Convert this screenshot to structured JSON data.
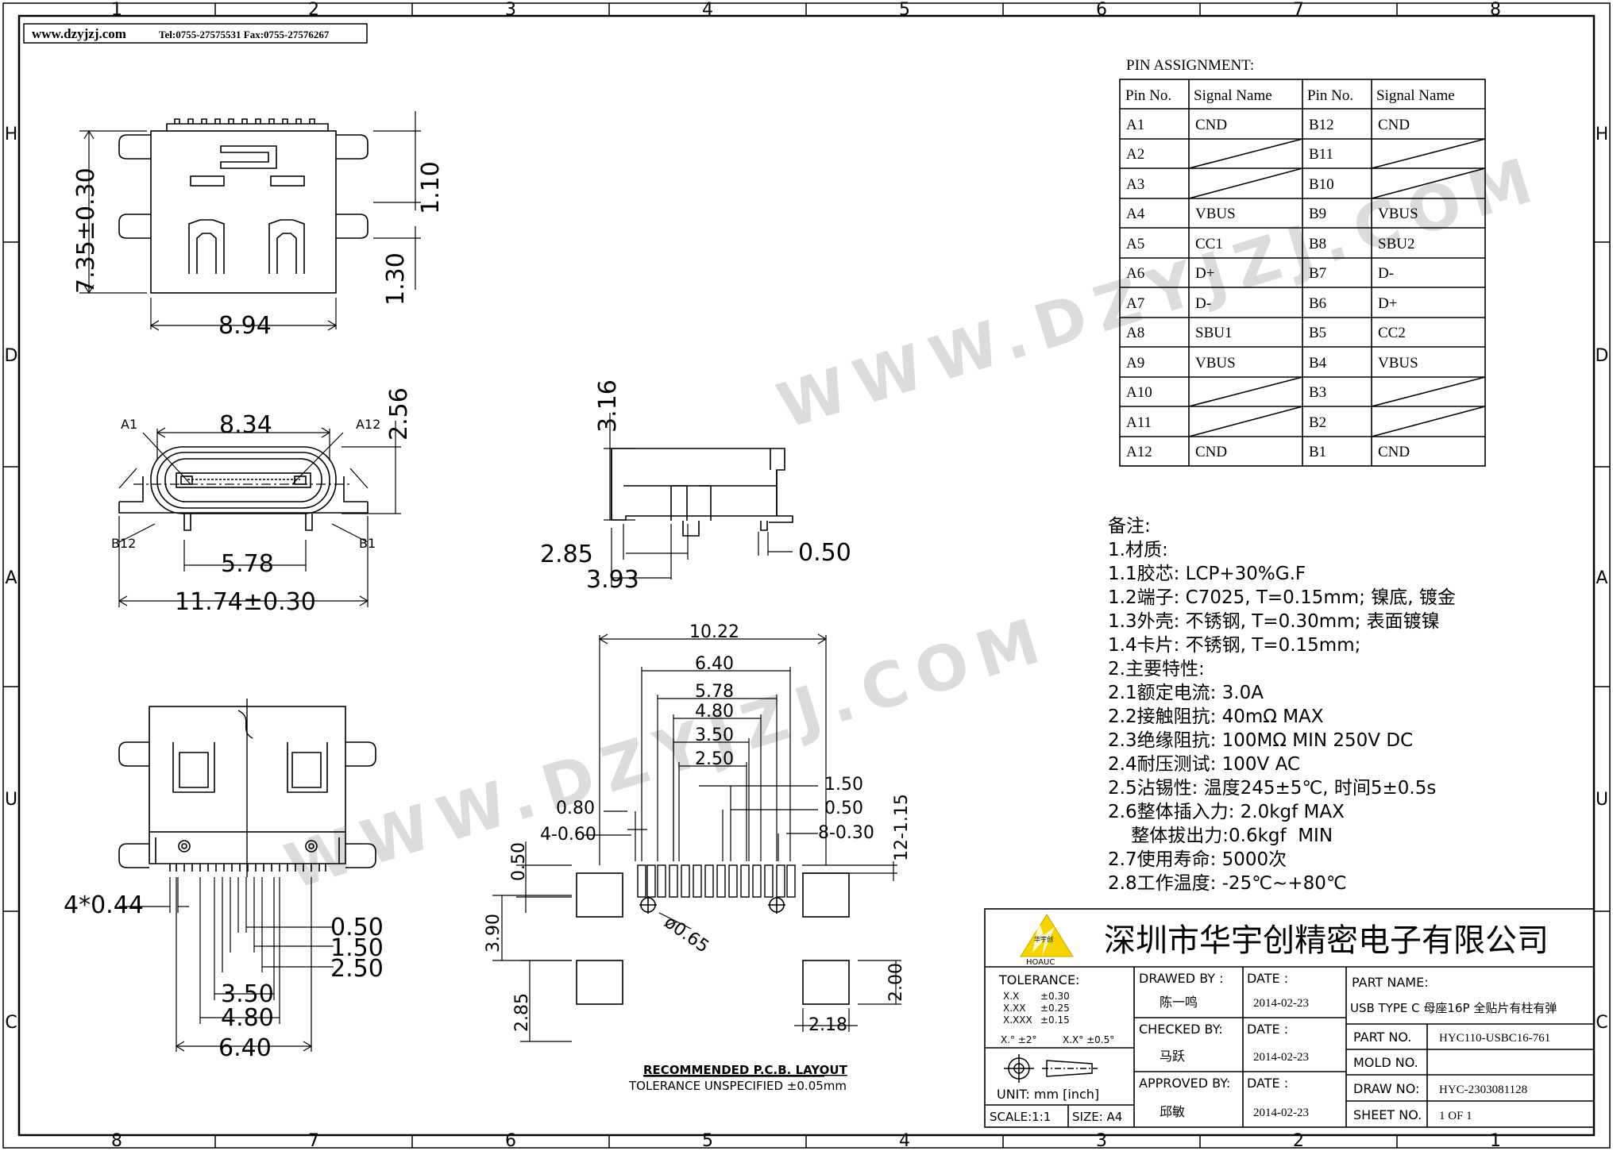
{
  "frame": {
    "top_numbers": [
      "1",
      "2",
      "3",
      "4",
      "5",
      "6",
      "7",
      "8"
    ],
    "bottom_numbers": [
      "8",
      "7",
      "6",
      "5",
      "4",
      "3",
      "2",
      "1"
    ],
    "side_letters": [
      "H",
      "D",
      "A",
      "U",
      "C"
    ]
  },
  "header": {
    "website": "www.dzyjzj.com",
    "contact": "Tel:0755-27575531  Fax:0755-27576267"
  },
  "pin_table": {
    "title": "PIN ASSIGNMENT:",
    "headers": [
      "Pin No.",
      "Signal Name",
      "Pin No.",
      "Signal Name"
    ],
    "rows": [
      [
        "A1",
        "CND",
        "B12",
        "CND"
      ],
      [
        "A2",
        "",
        "B11",
        ""
      ],
      [
        "A3",
        "",
        "B10",
        ""
      ],
      [
        "A4",
        "VBUS",
        "B9",
        "VBUS"
      ],
      [
        "A5",
        "CC1",
        "B8",
        "SBU2"
      ],
      [
        "A6",
        "D+",
        "B7",
        "D-"
      ],
      [
        "A7",
        "D-",
        "B6",
        "D+"
      ],
      [
        "A8",
        "SBU1",
        "B5",
        "CC2"
      ],
      [
        "A9",
        "VBUS",
        "B4",
        "VBUS"
      ],
      [
        "A10",
        "",
        "B3",
        ""
      ],
      [
        "A11",
        "",
        "B2",
        ""
      ],
      [
        "A12",
        "CND",
        "B1",
        "CND"
      ]
    ]
  },
  "notes": [
    "备注:",
    "1.材质:",
    "1.1胶芯: LCP+30%G.F",
    "1.2端子: C7025, T=0.15mm; 镍底, 镀金",
    "1.3外壳: 不锈钢, T=0.30mm; 表面镀镍",
    "1.4卡片: 不锈钢, T=0.15mm;",
    "2.主要特性:",
    "2.1额定电流: 3.0A",
    "2.2接触阻抗: 40mΩ  MAX",
    "2.3绝缘阻抗: 100MΩ  MIN  250V  DC",
    "2.4耐压测试: 100V  AC",
    "2.5沾锡性: 温度245±5℃, 时间5±0.5s",
    "2.6整体插入力: 2.0kgf  MAX",
    "    整体拔出力:0.6kgf  MIN",
    "2.7使用寿命: 5000次",
    "2.8工作温度: -25℃~+80℃"
  ],
  "dims": {
    "top_h": "7.35±0.30",
    "top_w": "8.94",
    "top_r1": "1.10",
    "top_r2": "1.30",
    "front_w": "8.34",
    "front_h": "2.56",
    "front_inner": "5.78",
    "front_total": "11.74±0.30",
    "pin_a1": "A1",
    "pin_a12": "A12",
    "pin_b12": "B12",
    "pin_b1": "B1",
    "side_h": "3.16",
    "side_a": "2.85",
    "side_b": "3.93",
    "side_c": "0.50",
    "bot_pitch": "4*0.44",
    "bot_d1": "0.50",
    "bot_d2": "1.50",
    "bot_d3": "2.50",
    "bot_d4": "3.50",
    "bot_d5": "4.80",
    "bot_d6": "6.40",
    "pcb_1022": "10.22",
    "pcb_640": "6.40",
    "pcb_578": "5.78",
    "pcb_480": "4.80",
    "pcb_350": "3.50",
    "pcb_250": "2.50",
    "pcb_150": "1.50",
    "pcb_050r": "0.50",
    "pcb_830": "8-0.30",
    "pcb_080": "0.80",
    "pcb_460": "4-0.60",
    "pcb_050l": "0.50",
    "pcb_1215": "12-1.15",
    "pcb_065": "ø0.65",
    "pcb_390": "3.90",
    "pcb_285": "2.85",
    "pcb_200": "2.00",
    "pcb_218": "2.18",
    "pcb_title": "RECOMMENDED  P.C.B.  LAYOUT",
    "pcb_tol": "TOLERANCE  UNSPECIFIED  ±0.05mm"
  },
  "title_block": {
    "company": "深圳市华宇创精密电子有限公司",
    "logo_text": "HOAUC",
    "logo_top": "华宇创",
    "tolerance_label": "TOLERANCE:",
    "tol_rows": [
      [
        "X.X",
        "±0.30"
      ],
      [
        "X.XX",
        "±0.25"
      ],
      [
        "X.XXX",
        "±0.15"
      ]
    ],
    "tol_angle1": "X.° ±2°",
    "tol_angle2": "X.X° ±0.5°",
    "unit": "UNIT:  mm  [inch]",
    "scale": "SCALE:1:1",
    "size": "SIZE: A4",
    "drawn_by_label": "DRAWED BY :",
    "drawn_by": "陈一鸣",
    "checked_by_label": "CHECKED BY:",
    "checked_by": "马跃",
    "approved_by_label": "APPROVED BY:",
    "approved_by": "邱敏",
    "date_label": "DATE :",
    "date1": "2014-02-23",
    "date2": "2014-02-23",
    "date3": "2014-02-23",
    "part_name_label": "PART NAME:",
    "part_name": "USB TYPE C 母座16P 全贴片有柱有弹",
    "part_no_label": "PART NO.",
    "part_no": "HYC110-USBC16-761",
    "mold_no_label": "MOLD NO.",
    "mold_no": "",
    "draw_no_label": "DRAW NO:",
    "draw_no": "HYC-2303081128",
    "sheet_no_label": "SHEET NO.",
    "sheet_no": "1 OF 1"
  },
  "watermark": "WWW.DZYJZJ.COM",
  "colors": {
    "line": "#000000",
    "watermark": "#d9d9d9",
    "logo": "#f5d400"
  }
}
